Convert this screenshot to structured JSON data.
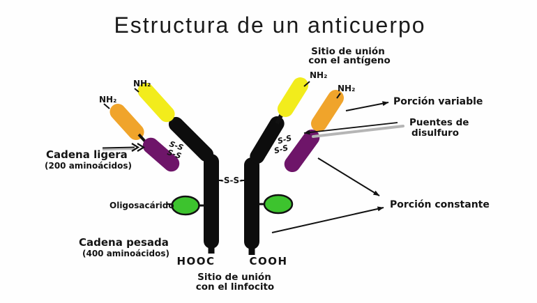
{
  "title": "Estructura de un anticuerpo",
  "colors": {
    "yellow": "#F2EC1C",
    "orange": "#F0A42B",
    "purple": "#6E1569",
    "chain_black": "#0d0d0d",
    "green": "#3DC32E",
    "gray_pointer": "#b5b5b5",
    "background": "#fefefe"
  },
  "labels": {
    "antigen_site_line1": "Sitio de unión",
    "antigen_site_line2": "con el antígeno",
    "nh2": "NH₂",
    "porcion_variable": "Porción variable",
    "puentes_line1": "Puentes de",
    "puentes_line2": "disulfuro",
    "porcion_constante": "Porción constante",
    "cadena_ligera_line1": "Cadena ligera",
    "cadena_ligera_line2": "(200 aminoácidos)",
    "oligosacarido": "Oligosacárido",
    "cadena_pesada_line1": "Cadena pesada",
    "cadena_pesada_line2": "(400 aminoácidos)",
    "hooc": "HOOC",
    "cooh": "COOH",
    "linfocito_line1": "Sitio de unión",
    "linfocito_line2": "con el linfocito",
    "ss_bond": "S-S",
    "ss_bond_center": "-S-S-"
  }
}
